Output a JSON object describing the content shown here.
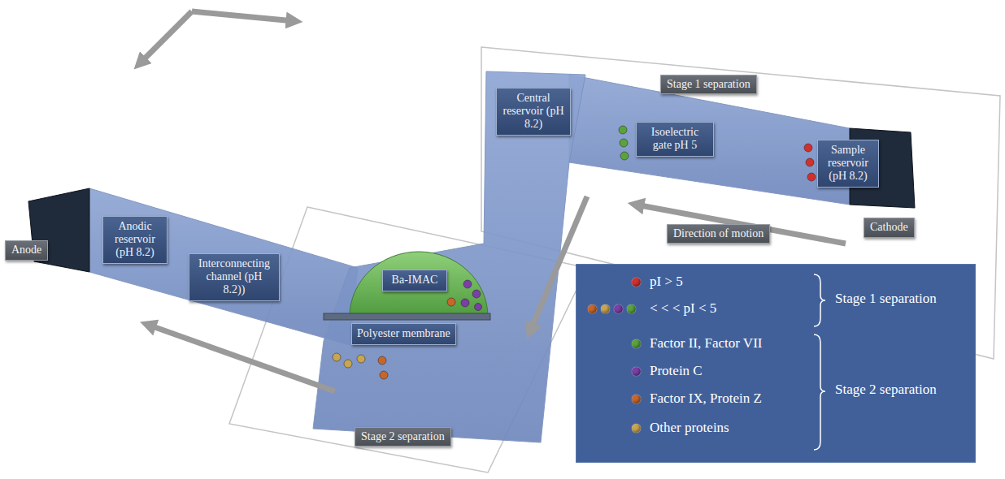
{
  "diagram": {
    "nodes": [
      {
        "text": [
          "Cathode"
        ]
      },
      {
        "text": [
          "Sample reservoir (pH 8.2)"
        ]
      },
      {
        "text": [
          "Isoelectric gate pH 5"
        ]
      },
      {
        "text": [
          "Central reservoir (pH 8.2)"
        ]
      },
      {
        "text": [
          "Ba-IMAC"
        ]
      },
      {
        "text": [
          "Polyester membrane"
        ]
      },
      {
        "text": [
          "Interconnecting channel (pH 8.2))"
        ]
      },
      {
        "text": [
          "Anodic reservoir (pH 8.2)"
        ]
      },
      {
        "text": [
          "Anode"
        ]
      }
    ],
    "labels": [
      "Stage 1 separation",
      "Direction of motion",
      "Stage 2 separation",
      "Stage 1 separation",
      "Stage 2 separation"
    ],
    "legend": [
      {
        "text": "pI > 5",
        "color": "#d2302c"
      },
      {
        "text": "< < < pI < 5"
      },
      {
        "text": "Factor II, Factor VII",
        "color": "#5aa33a"
      },
      {
        "text": "Protein C",
        "color": "#7b3fa6"
      },
      {
        "text": "Factor IX, Protein Z",
        "color": "#c8662a"
      },
      {
        "text": "Other proteins",
        "color": "#c9a550"
      }
    ]
  }
}
